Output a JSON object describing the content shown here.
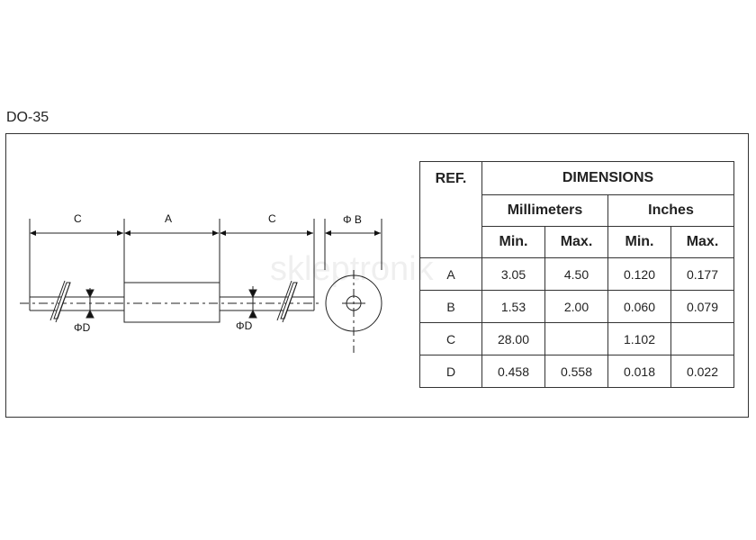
{
  "package_title": "DO-35",
  "watermark": "skleptronik",
  "drawing_labels": {
    "c_left": "C",
    "a": "A",
    "c_right": "C",
    "phi_b": "Φ B",
    "phi_d_left": "ΦD",
    "phi_d_right": "ΦD"
  },
  "table": {
    "ref_header": "REF.",
    "dimensions_header": "DIMENSIONS",
    "mm_header": "Millimeters",
    "in_header": "Inches",
    "min_label": "Min.",
    "max_label": "Max.",
    "rows": [
      {
        "ref": "A",
        "mm_min": "3.05",
        "mm_max": "4.50",
        "in_min": "0.120",
        "in_max": "0.177"
      },
      {
        "ref": "B",
        "mm_min": "1.53",
        "mm_max": "2.00",
        "in_min": "0.060",
        "in_max": "0.079"
      },
      {
        "ref": "C",
        "mm_min": "28.00",
        "mm_max": "",
        "in_min": "1.102",
        "in_max": ""
      },
      {
        "ref": "D",
        "mm_min": "0.458",
        "mm_max": "0.558",
        "in_min": "0.018",
        "in_max": "0.022"
      }
    ]
  }
}
